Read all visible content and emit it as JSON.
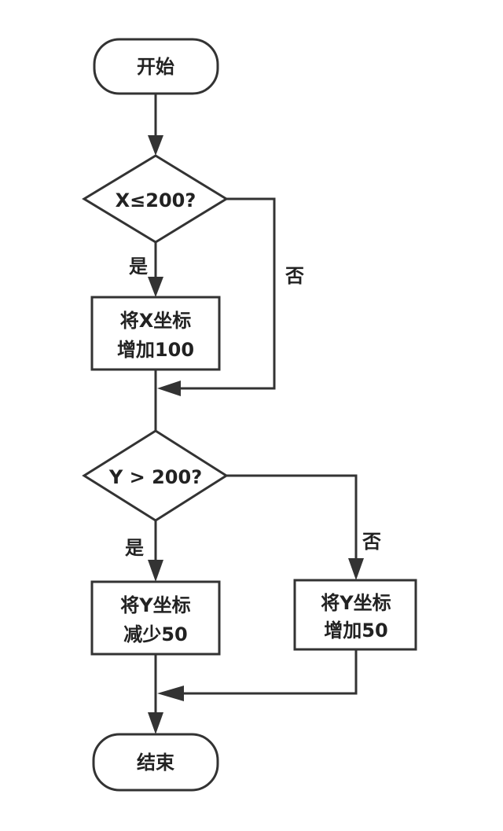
{
  "nodes": {
    "start": {
      "label": "开始"
    },
    "cond_x": {
      "label": "X≤200?"
    },
    "incr_x": {
      "line1": "将X坐标",
      "line2": "增加100"
    },
    "cond_y": {
      "label": "Y > 200?"
    },
    "decr_y": {
      "line1": "将Y坐标",
      "line2": "减少50"
    },
    "incr_y": {
      "line1": "将Y坐标",
      "line2": "增加50"
    },
    "end": {
      "label": "结束"
    }
  },
  "edge_labels": {
    "x_yes": "是",
    "x_no": "否",
    "y_yes": "是",
    "y_no": "否"
  },
  "colors": {
    "stroke": "#333333",
    "fill": "#ffffff",
    "text": "#222222"
  }
}
